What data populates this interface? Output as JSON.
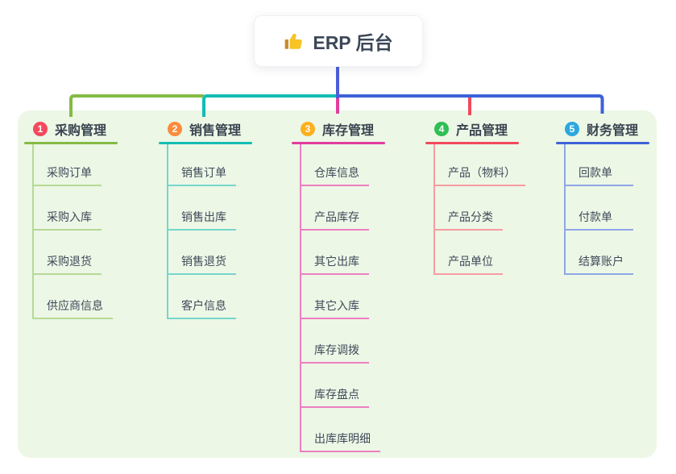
{
  "root": {
    "label": "ERP 后台",
    "icon": "thumbs-up-icon",
    "card_bg": "#ffffff",
    "text_color": "#3c4858"
  },
  "panel": {
    "bg_color": "#ecf7e6"
  },
  "connectors": {
    "stem_color": "#4a5ed8"
  },
  "branches": [
    {
      "num": "1",
      "title": "采购管理",
      "badge_color": "#f4495e",
      "line_color": "#84bb44",
      "child_line_color": "#b6d995",
      "children": [
        "采购订单",
        "采购入库",
        "采购退货",
        "供应商信息"
      ]
    },
    {
      "num": "2",
      "title": "销售管理",
      "badge_color": "#fb8c3c",
      "line_color": "#13bdb2",
      "child_line_color": "#76d6cc",
      "children": [
        "销售订单",
        "销售出库",
        "销售退货",
        "客户信息"
      ]
    },
    {
      "num": "3",
      "title": "库存管理",
      "badge_color": "#fcb01d",
      "line_color": "#e23c9e",
      "child_line_color": "#ee7fc0",
      "children": [
        "仓库信息",
        "产品库存",
        "其它出库",
        "其它入库",
        "库存调拨",
        "库存盘点",
        "出库库明细"
      ]
    },
    {
      "num": "4",
      "title": "产品管理",
      "badge_color": "#2fbf53",
      "line_color": "#f2495c",
      "child_line_color": "#f89ca1",
      "children": [
        "产品（物料）",
        "产品分类",
        "产品单位"
      ]
    },
    {
      "num": "5",
      "title": "财务管理",
      "badge_color": "#2ca8de",
      "line_color": "#3d62d9",
      "child_line_color": "#8ea7e6",
      "children": [
        "回款单",
        "付款单",
        "结算账户"
      ]
    }
  ]
}
